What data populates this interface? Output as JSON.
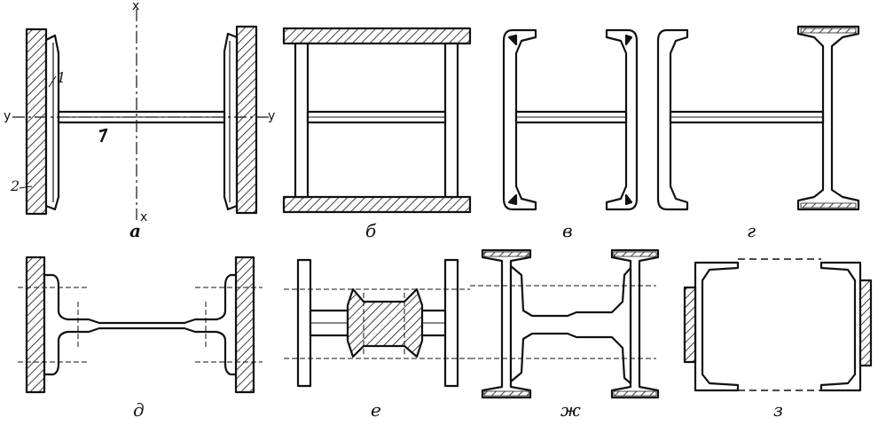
{
  "panels": {
    "a": "а",
    "b": "б",
    "v": "в",
    "g": "г",
    "d": "д",
    "e": "е",
    "zh": "ж",
    "z": "з"
  },
  "axes": {
    "x_top": "x",
    "x_bottom": "x",
    "y_left": "y",
    "y_right": "y"
  },
  "callouts": {
    "one": "1",
    "two": "2"
  }
}
